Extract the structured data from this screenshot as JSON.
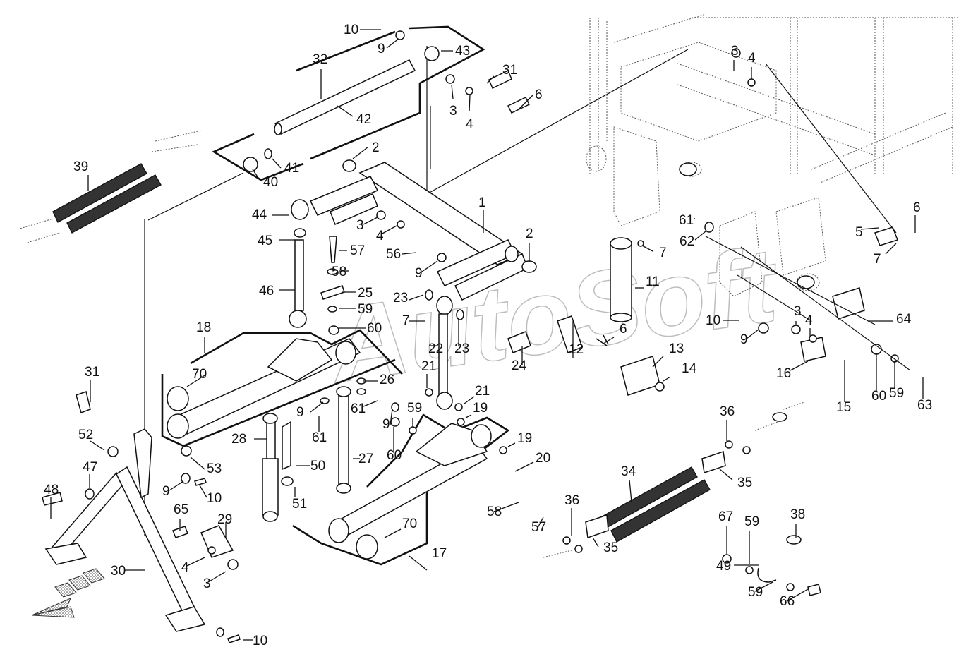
{
  "diagram": {
    "title": "Exploded parts view – three-point linkage / lifting arm assembly",
    "watermark": "AutoSoft",
    "colors": {
      "line": "#111111",
      "background": "#ffffff",
      "ghost": "#555555",
      "watermark": "#888888"
    },
    "callouts": [
      {
        "id": "c10a",
        "label": "10"
      },
      {
        "id": "c9a",
        "label": "9"
      },
      {
        "id": "c43",
        "label": "43"
      },
      {
        "id": "c32",
        "label": "32"
      },
      {
        "id": "c31a",
        "label": "31"
      },
      {
        "id": "c3a",
        "label": "3"
      },
      {
        "id": "c4a",
        "label": "4"
      },
      {
        "id": "c6a",
        "label": "6"
      },
      {
        "id": "c42",
        "label": "42"
      },
      {
        "id": "c2a",
        "label": "2"
      },
      {
        "id": "c39",
        "label": "39"
      },
      {
        "id": "c41",
        "label": "41"
      },
      {
        "id": "c40",
        "label": "40"
      },
      {
        "id": "c44",
        "label": "44"
      },
      {
        "id": "c3b",
        "label": "3"
      },
      {
        "id": "c4b",
        "label": "4"
      },
      {
        "id": "c1",
        "label": "1"
      },
      {
        "id": "c45",
        "label": "45"
      },
      {
        "id": "c57a",
        "label": "57"
      },
      {
        "id": "c56",
        "label": "56"
      },
      {
        "id": "c2b",
        "label": "2"
      },
      {
        "id": "c9b",
        "label": "9"
      },
      {
        "id": "c58a",
        "label": "58"
      },
      {
        "id": "c46",
        "label": "46"
      },
      {
        "id": "c25",
        "label": "25"
      },
      {
        "id": "c23a",
        "label": "23"
      },
      {
        "id": "c59a",
        "label": "59"
      },
      {
        "id": "c7a",
        "label": "7"
      },
      {
        "id": "c60a",
        "label": "60"
      },
      {
        "id": "c22",
        "label": "22"
      },
      {
        "id": "c23b",
        "label": "23"
      },
      {
        "id": "c18",
        "label": "18"
      },
      {
        "id": "c70a",
        "label": "70"
      },
      {
        "id": "c26",
        "label": "26"
      },
      {
        "id": "c21a",
        "label": "21"
      },
      {
        "id": "c21b",
        "label": "21"
      },
      {
        "id": "c61a",
        "label": "61"
      },
      {
        "id": "c9c",
        "label": "9"
      },
      {
        "id": "c59b",
        "label": "59"
      },
      {
        "id": "c19a",
        "label": "19"
      },
      {
        "id": "c9d",
        "label": "9"
      },
      {
        "id": "c61b",
        "label": "61"
      },
      {
        "id": "c28",
        "label": "28"
      },
      {
        "id": "c27",
        "label": "27"
      },
      {
        "id": "c60b",
        "label": "60"
      },
      {
        "id": "c19b",
        "label": "19"
      },
      {
        "id": "c50",
        "label": "50"
      },
      {
        "id": "c20",
        "label": "20"
      },
      {
        "id": "c51",
        "label": "51"
      },
      {
        "id": "c58b",
        "label": "58"
      },
      {
        "id": "c57b",
        "label": "57"
      },
      {
        "id": "c70b",
        "label": "70"
      },
      {
        "id": "c17",
        "label": "17"
      },
      {
        "id": "c31b",
        "label": "31"
      },
      {
        "id": "c52",
        "label": "52"
      },
      {
        "id": "c53",
        "label": "53"
      },
      {
        "id": "c47",
        "label": "47"
      },
      {
        "id": "c48",
        "label": "48"
      },
      {
        "id": "c9e",
        "label": "9"
      },
      {
        "id": "c10b",
        "label": "10"
      },
      {
        "id": "c65",
        "label": "65"
      },
      {
        "id": "c29",
        "label": "29"
      },
      {
        "id": "c4c",
        "label": "4"
      },
      {
        "id": "c3c",
        "label": "3"
      },
      {
        "id": "c30",
        "label": "30"
      },
      {
        "id": "c10c",
        "label": "10"
      },
      {
        "id": "c12",
        "label": "12"
      },
      {
        "id": "c6b",
        "label": "6"
      },
      {
        "id": "c24",
        "label": "24"
      },
      {
        "id": "c11",
        "label": "11"
      },
      {
        "id": "c7b",
        "label": "7"
      },
      {
        "id": "c61c",
        "label": "61"
      },
      {
        "id": "c62",
        "label": "62"
      },
      {
        "id": "c13",
        "label": "13"
      },
      {
        "id": "c14",
        "label": "14"
      },
      {
        "id": "c3d",
        "label": "3"
      },
      {
        "id": "c4d",
        "label": "4"
      },
      {
        "id": "c5",
        "label": "5"
      },
      {
        "id": "c6c",
        "label": "6"
      },
      {
        "id": "c7c",
        "label": "7"
      },
      {
        "id": "c64",
        "label": "64"
      },
      {
        "id": "c10d",
        "label": "10"
      },
      {
        "id": "c9f",
        "label": "9"
      },
      {
        "id": "c3e",
        "label": "3"
      },
      {
        "id": "c4e",
        "label": "4"
      },
      {
        "id": "c16",
        "label": "16"
      },
      {
        "id": "c15",
        "label": "15"
      },
      {
        "id": "c60c",
        "label": "60"
      },
      {
        "id": "c59c",
        "label": "59"
      },
      {
        "id": "c63",
        "label": "63"
      },
      {
        "id": "c36a",
        "label": "36"
      },
      {
        "id": "c35a",
        "label": "35"
      },
      {
        "id": "c34",
        "label": "34"
      },
      {
        "id": "c36b",
        "label": "36"
      },
      {
        "id": "c35b",
        "label": "35"
      },
      {
        "id": "c67",
        "label": "67"
      },
      {
        "id": "c59d",
        "label": "59"
      },
      {
        "id": "c38",
        "label": "38"
      },
      {
        "id": "c49",
        "label": "49"
      },
      {
        "id": "c59e",
        "label": "59"
      },
      {
        "id": "c66",
        "label": "66"
      }
    ],
    "direction_arrow": "direction-of-travel-arrow"
  }
}
